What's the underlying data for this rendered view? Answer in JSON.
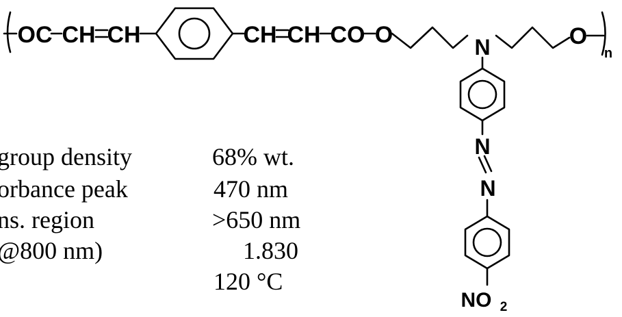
{
  "structure": {
    "main_chain": {
      "seg_oc": "OC",
      "seg_ch1": "CH",
      "seg_ch2": "CH",
      "seg_ch3": "CH",
      "seg_ch4": "CH",
      "seg_co": "CO",
      "seg_o1": "O",
      "seg_n": "N",
      "seg_o2": "O",
      "repeat_subscript": "n"
    },
    "side_chain": {
      "azo_n1": "N",
      "azo_n2": "N",
      "nitro_main": "NO",
      "nitro_sub": "2"
    }
  },
  "properties": {
    "rows": [
      {
        "label": "group density",
        "value": "68% wt."
      },
      {
        "label": "orbance peak",
        "value": "470 nm"
      },
      {
        "label": "ns. region",
        "value": ">650 nm"
      },
      {
        "label": "@800 nm)",
        "value": "1.830"
      },
      {
        "label": "",
        "value": "120 °C"
      }
    ]
  }
}
